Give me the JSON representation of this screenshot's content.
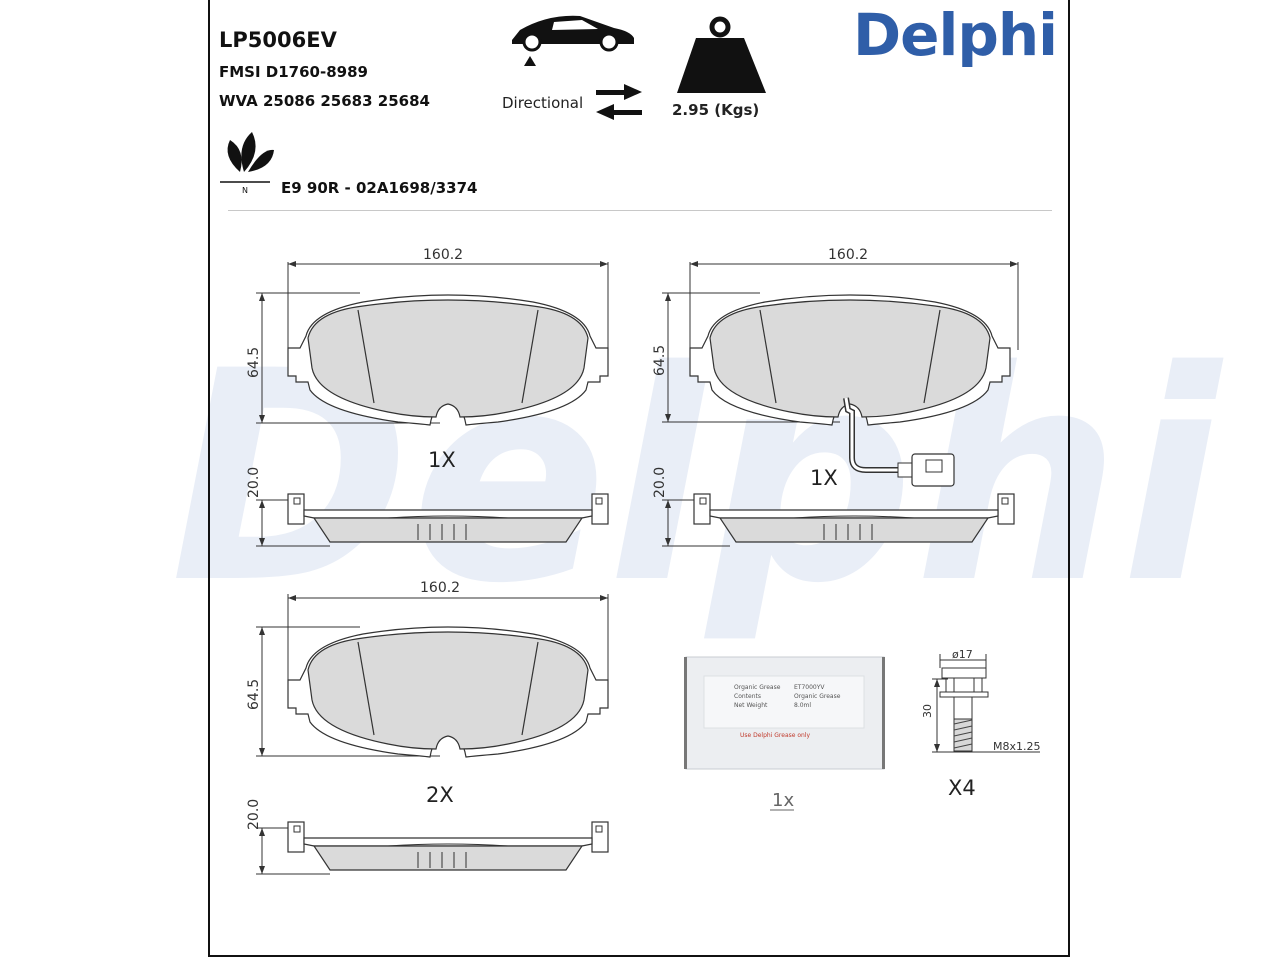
{
  "header": {
    "part_number": "LP5006EV",
    "fmsi": "FMSI D1760-8989",
    "wva": "WVA 25086 25683 25684",
    "directional_label": "Directional",
    "weight_label": "2.95 (Kgs)",
    "ece_approval": "E9 90R - 02A1698/3374"
  },
  "brand": {
    "name": "Delphi",
    "color": "#2f5ea8",
    "watermark_color": "#e9eef7"
  },
  "icons": {
    "vehicle": "car-on-lift-icon",
    "direction": "two-way-arrows-icon",
    "weight": "weight-icon",
    "eco": "leaf-n-icon"
  },
  "drawings": {
    "pad_top_left": {
      "width": "160.2",
      "height": "64.5",
      "thickness": "20.0",
      "quantity": "1X"
    },
    "pad_top_right": {
      "width": "160.2",
      "height": "64.5",
      "thickness": "20.0",
      "quantity": "1X"
    },
    "pad_bottom": {
      "width": "160.2",
      "height": "64.5",
      "thickness": "20.0",
      "quantity": "2X"
    },
    "grease_sachet": {
      "quantity": "1x",
      "lines": [
        [
          "Organic Grease",
          "ET7000YV"
        ],
        [
          "Contents",
          "Organic Grease"
        ],
        [
          "Net Weight",
          "8.0ml"
        ]
      ],
      "footer": "Use Delphi Grease only"
    },
    "bolt": {
      "diameter": "ø17",
      "length": "30",
      "thread": "M8x1.25",
      "quantity": "X4"
    }
  }
}
